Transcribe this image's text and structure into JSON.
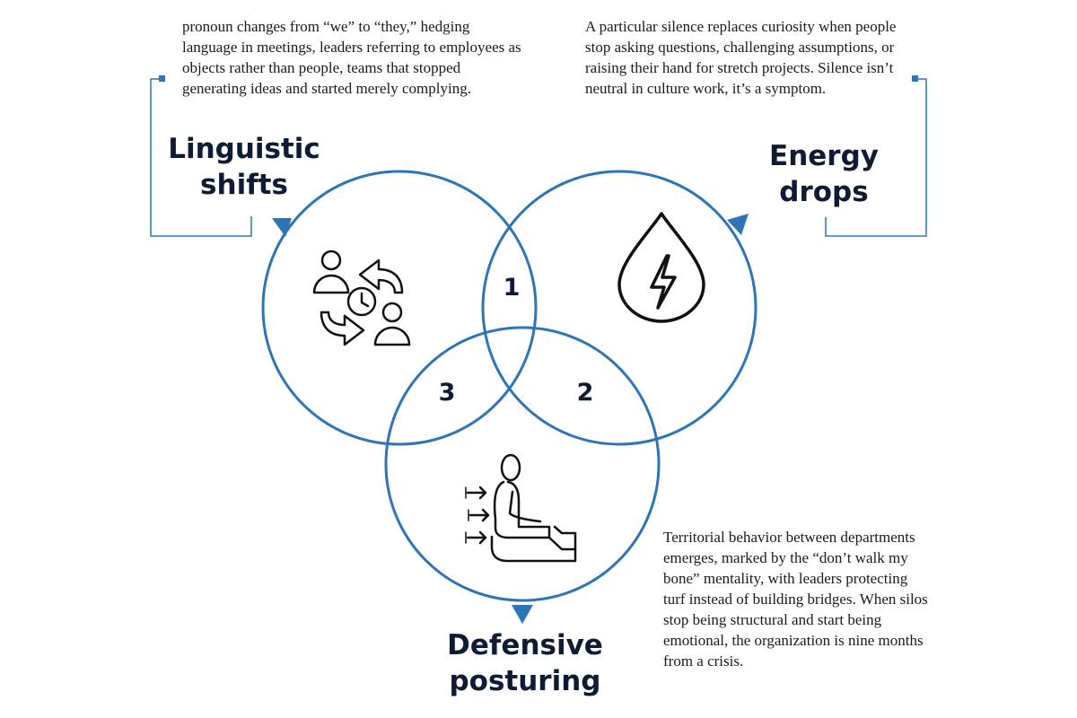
{
  "sections": {
    "linguistic": {
      "label_line1": "Linguistic",
      "label_line2": "shifts",
      "description": "pronoun changes from “we” to “they,” hedging language in meetings, leaders referring to employees as objects rather than people, teams that stopped generating ideas and started merely complying.",
      "icon": "people-exchange-icon"
    },
    "energy": {
      "label_line1": "Energy",
      "label_line2": "drops",
      "description": "A particular silence replaces curiosity when people stop asking questions, challenging assumptions, or raising their hand for stretch projects. Silence isn’t neutral in culture work, it’s a symptom.",
      "icon": "energy-drop-icon"
    },
    "defensive": {
      "label_line1": "Defensive",
      "label_line2": "posturing",
      "description": "Territorial behavior between departments emerges, marked by the “don’t walk my bone” mentality, with leaders protecting turf instead of building bridges. When silos stop being structural and start being emotional, the organization is nine months from a crisis.",
      "icon": "seated-person-pressure-icon"
    }
  },
  "intersections": {
    "one": "1",
    "two": "2",
    "three": "3"
  },
  "colors": {
    "circle_stroke": "#2f74b5",
    "bracket": "#2f74b5",
    "text": "#0f1b33"
  }
}
